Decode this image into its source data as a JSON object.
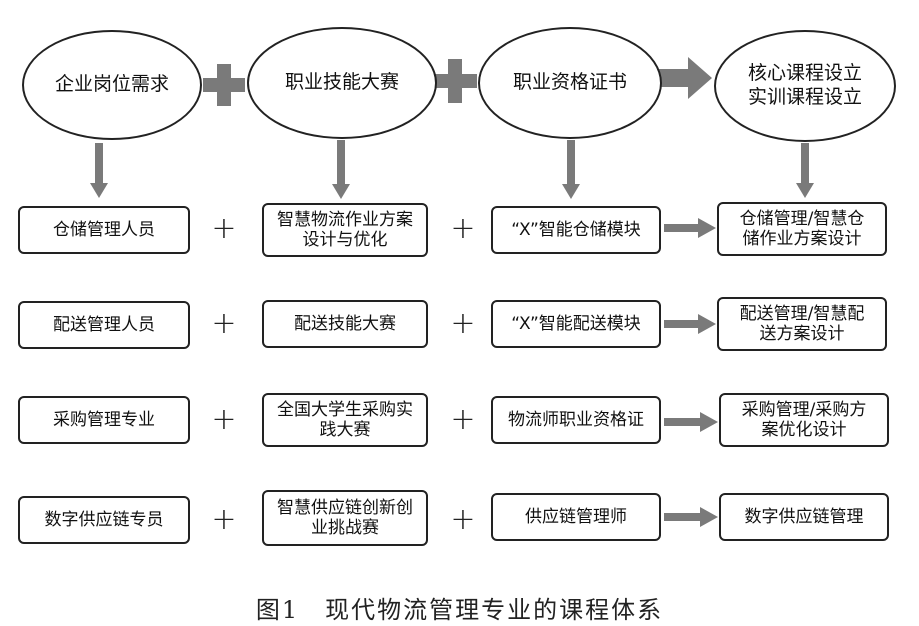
{
  "header": {
    "ovals": [
      "企业岗位需求",
      "职业技能大赛",
      "职业资格证书",
      "核心课程设立\n实训课程设立"
    ]
  },
  "rows": [
    {
      "col1": "仓储管理人员",
      "col2": "智慧物流作业方案\n设计与优化",
      "col3": "“X”智能仓储模块",
      "col4": "仓储管理/智慧仓\n储作业方案设计"
    },
    {
      "col1": "配送管理人员",
      "col2": "配送技能大赛",
      "col3": "“X”智能配送模块",
      "col4": "配送管理/智慧配\n送方案设计"
    },
    {
      "col1": "采购管理专业",
      "col2": "全国大学生采购实\n践大赛",
      "col3": "物流师职业资格证",
      "col4": "采购管理/采购方\n案优化设计"
    },
    {
      "col1": "数字供应链专员",
      "col2": "智慧供应链创新创\n业挑战赛",
      "col3": "供应链管理师",
      "col4": "数字供应链管理"
    }
  ],
  "plus_symbol": "+",
  "caption": "图1　现代物流管理专业的课程体系",
  "colors": {
    "arrow": "#7a7a7a",
    "border": "#222222"
  }
}
